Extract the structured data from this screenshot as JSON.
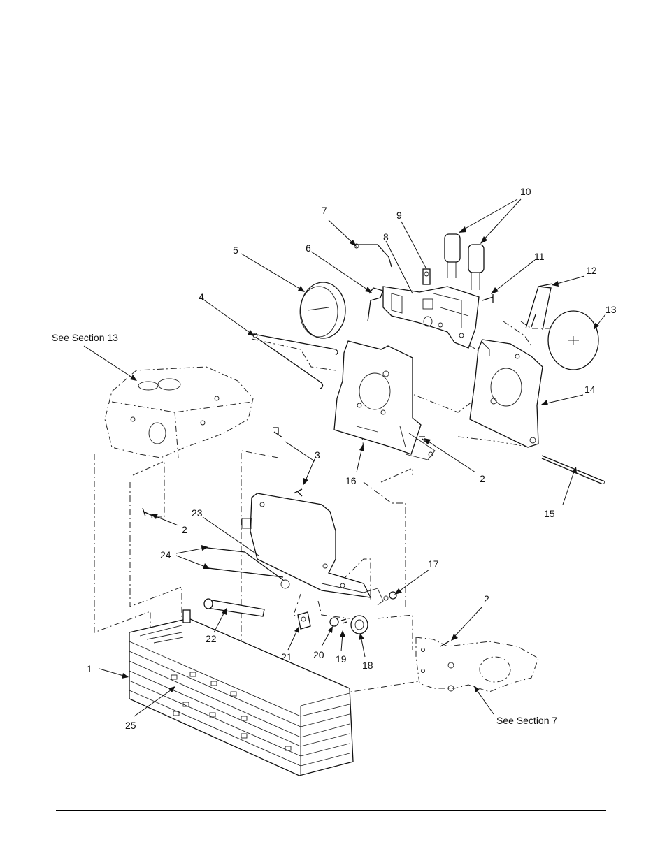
{
  "callouts": [
    {
      "id": "10",
      "text": "10"
    },
    {
      "id": "7",
      "text": "7"
    },
    {
      "id": "9",
      "text": "9"
    },
    {
      "id": "8",
      "text": "8"
    },
    {
      "id": "11",
      "text": "11"
    },
    {
      "id": "5",
      "text": "5"
    },
    {
      "id": "6",
      "text": "6"
    },
    {
      "id": "12",
      "text": "12"
    },
    {
      "id": "13",
      "text": "13"
    },
    {
      "id": "4",
      "text": "4"
    },
    {
      "id": "14",
      "text": "14"
    },
    {
      "id": "3",
      "text": "3"
    },
    {
      "id": "2a",
      "text": "2"
    },
    {
      "id": "16",
      "text": "16"
    },
    {
      "id": "2b",
      "text": "2"
    },
    {
      "id": "15",
      "text": "15"
    },
    {
      "id": "23",
      "text": "23"
    },
    {
      "id": "2c",
      "text": "2"
    },
    {
      "id": "24",
      "text": "24"
    },
    {
      "id": "17",
      "text": "17"
    },
    {
      "id": "2d",
      "text": "2"
    },
    {
      "id": "22",
      "text": "22"
    },
    {
      "id": "21",
      "text": "21"
    },
    {
      "id": "20",
      "text": "20"
    },
    {
      "id": "19",
      "text": "19"
    },
    {
      "id": "18",
      "text": "18"
    },
    {
      "id": "1",
      "text": "1"
    },
    {
      "id": "25",
      "text": "25"
    }
  ],
  "references": {
    "section13": "See Section 13",
    "section7": "See Section 7"
  }
}
